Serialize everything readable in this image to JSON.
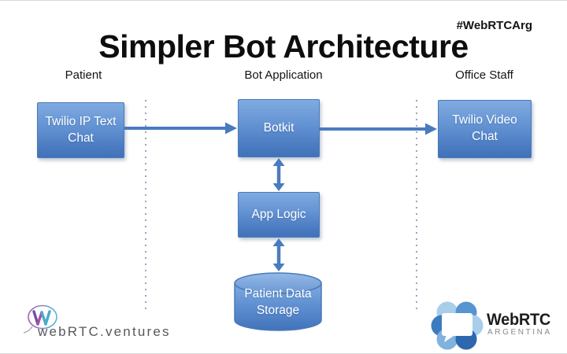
{
  "header": {
    "hashtag": "#WebRTCArg",
    "title": "Simpler Bot Architecture"
  },
  "lanes": {
    "patient": "Patient",
    "bot_application": "Bot Application",
    "office_staff": "Office Staff"
  },
  "nodes": {
    "twilio_ip_text_chat": "Twilio IP Text Chat",
    "botkit": "Botkit",
    "twilio_video_chat": "Twilio Video Chat",
    "app_logic": "App Logic",
    "patient_data_storage": "Patient Data Storage"
  },
  "connections": [
    {
      "from": "Twilio IP Text Chat",
      "to": "Botkit",
      "direction": "one-way"
    },
    {
      "from": "Botkit",
      "to": "Twilio Video Chat",
      "direction": "one-way"
    },
    {
      "from": "Botkit",
      "to": "App Logic",
      "direction": "two-way"
    },
    {
      "from": "App Logic",
      "to": "Patient Data Storage",
      "direction": "two-way"
    }
  ],
  "footer": {
    "ventures_logo_text": "webRTC.ventures",
    "argentina_logo_title": "WebRTC",
    "argentina_logo_subtitle": "ARGENTINA"
  },
  "colors": {
    "node_fill_top": "#7FABE1",
    "node_fill_bottom": "#4173BA",
    "node_border": "#4A79B8",
    "node_text": "#FFFFFF",
    "arrow": "#4A7BBF",
    "divider_dots": "#99A5BB",
    "title_text": "#0D0D0D",
    "ventures_text": "#57585B",
    "argentina_subtitle_text": "#87898C",
    "logo_light_blue": "#A9CEE9",
    "logo_medium_blue": "#5794D0",
    "logo_dark_blue": "#2D67AE"
  }
}
